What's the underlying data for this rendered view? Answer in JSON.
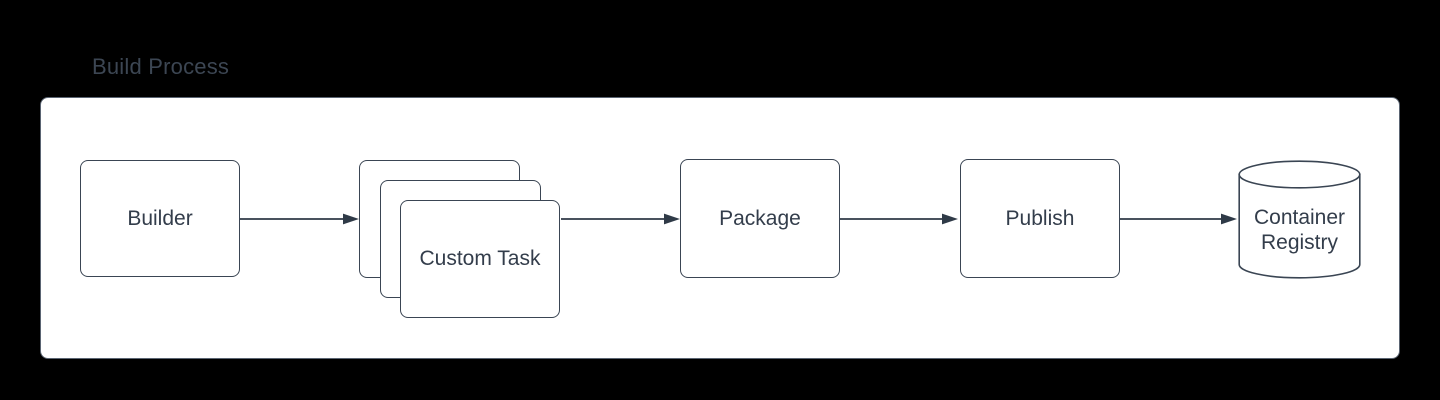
{
  "diagram": {
    "title": "Build Process",
    "nodes": {
      "builder": {
        "label": "Builder",
        "shape": "rectangle"
      },
      "custom_task": {
        "label": "Custom Task",
        "shape": "stacked-rectangles",
        "stack_count": 3
      },
      "package": {
        "label": "Package",
        "shape": "rectangle"
      },
      "publish": {
        "label": "Publish",
        "shape": "rectangle"
      },
      "container_registry": {
        "label": "Container Registry",
        "shape": "cylinder"
      }
    },
    "edges": [
      {
        "from": "builder",
        "to": "custom_task",
        "style": "arrow"
      },
      {
        "from": "custom_task",
        "to": "package",
        "style": "arrow"
      },
      {
        "from": "package",
        "to": "publish",
        "style": "arrow"
      },
      {
        "from": "publish",
        "to": "container_registry",
        "style": "arrow"
      }
    ],
    "colors": {
      "page_background": "#000000",
      "canvas_background": "#ffffff",
      "canvas_border": "#5a6472",
      "shape_border": "#3a4553",
      "shape_fill": "#ffffff",
      "text": "#333d4b",
      "title_text": "#3c4653",
      "arrow": "#2f3a47"
    }
  }
}
